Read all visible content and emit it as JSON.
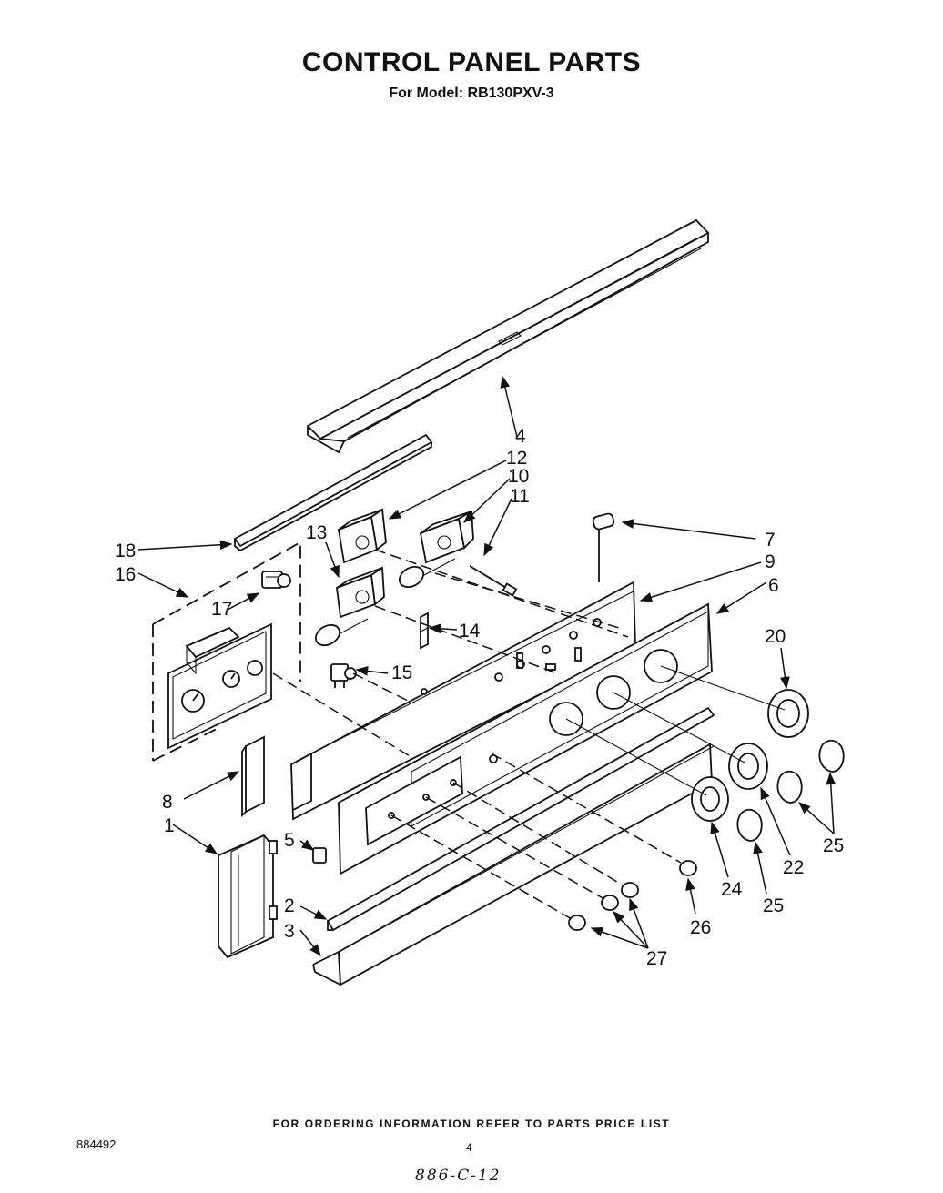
{
  "header": {
    "title": "CONTROL PANEL PARTS",
    "subtitle": "For Model: RB130PXV-3"
  },
  "footer": {
    "ordering_note": "FOR ORDERING INFORMATION REFER TO PARTS PRICE LIST",
    "doc_number": "884492",
    "page_number": "4",
    "handwritten_code": "886-C-12"
  },
  "callouts": {
    "c1": "1",
    "c2": "2",
    "c3": "3",
    "c4": "4",
    "c5": "5",
    "c6": "6",
    "c7": "7",
    "c8": "8",
    "c9": "9",
    "c10": "10",
    "c11": "11",
    "c12": "12",
    "c13": "13",
    "c14": "14",
    "c15": "15",
    "c16": "16",
    "c17": "17",
    "c18": "18",
    "c20": "20",
    "c22": "22",
    "c24": "24",
    "c25a": "25",
    "c25b": "25",
    "c26": "26",
    "c27": "27"
  }
}
